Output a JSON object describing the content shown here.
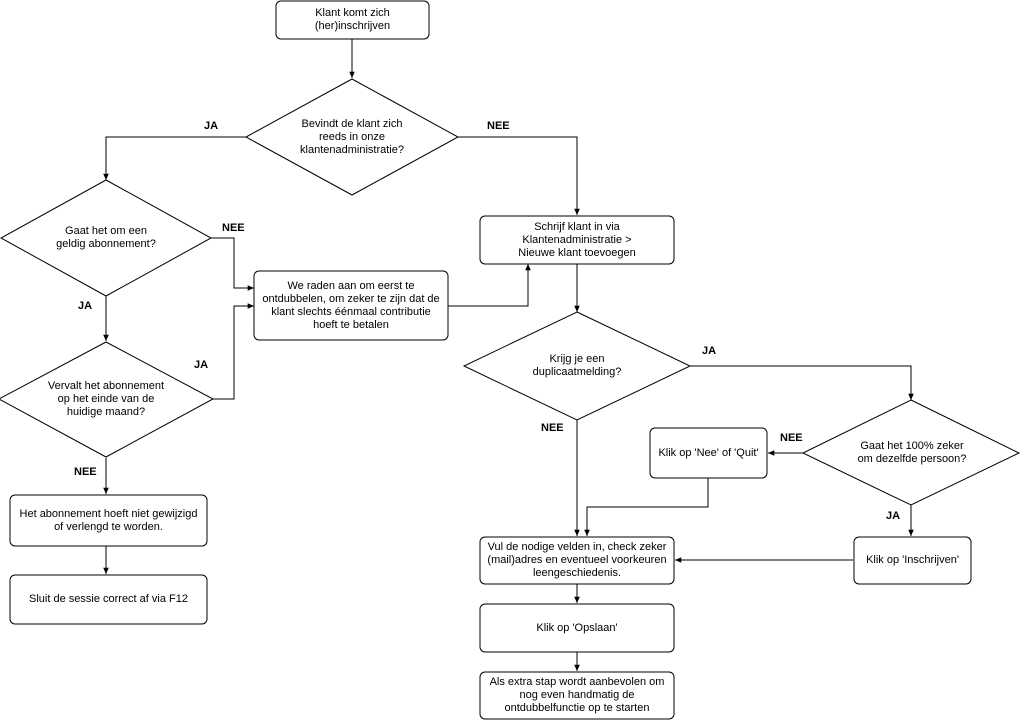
{
  "nodes": {
    "start": "Klant komt zich\n(her)inschrijven",
    "q_in_admin": "Bevindt de klant zich\nreeds in onze\nklantenadministratie?",
    "q_valid_sub": "Gaat het om een\ngeldig abonnement?",
    "q_expires": "Vervalt het abonnement\nop het einde van de\nhuidige maand?",
    "no_change": "Het abonnement hoeft niet gewijzigd\nof verlengd te worden.",
    "close_session": "Sluit de sessie correct af via F12",
    "advise_dedupe": "We raden aan om eerst te\nontdubbelen, om zeker te zijn dat de\nklant slechts éénmaal contributie\nhoeft te betalen",
    "register_client": "Schrijf klant in via\nKlantenadministratie >\nNieuwe klant toevoegen",
    "q_duplicate": "Krijg je een\nduplicaatmelding?",
    "q_same_person": "Gaat het 100% zeker\nom dezelfde persoon?",
    "click_nee_quit": "Klik op 'Nee' of 'Quit'",
    "click_inschrijven": "Klik op 'Inschrijven'",
    "fill_fields": "Vul de nodige velden in, check zeker\n(mail)adres en eventueel voorkeuren\nleengeschiedenis.",
    "click_opslaan": "Klik op 'Opslaan'",
    "extra_step": "Als extra stap wordt aanbevolen om\nnog even handmatig de\nontdubbelfunctie op te starten"
  },
  "edge_labels": {
    "admin_yes": "JA",
    "admin_no": "NEE",
    "valid_no": "NEE",
    "valid_yes": "JA",
    "expires_yes": "JA",
    "expires_no": "NEE",
    "dup_yes": "JA",
    "dup_no": "NEE",
    "same_no": "NEE",
    "same_yes": "JA"
  }
}
